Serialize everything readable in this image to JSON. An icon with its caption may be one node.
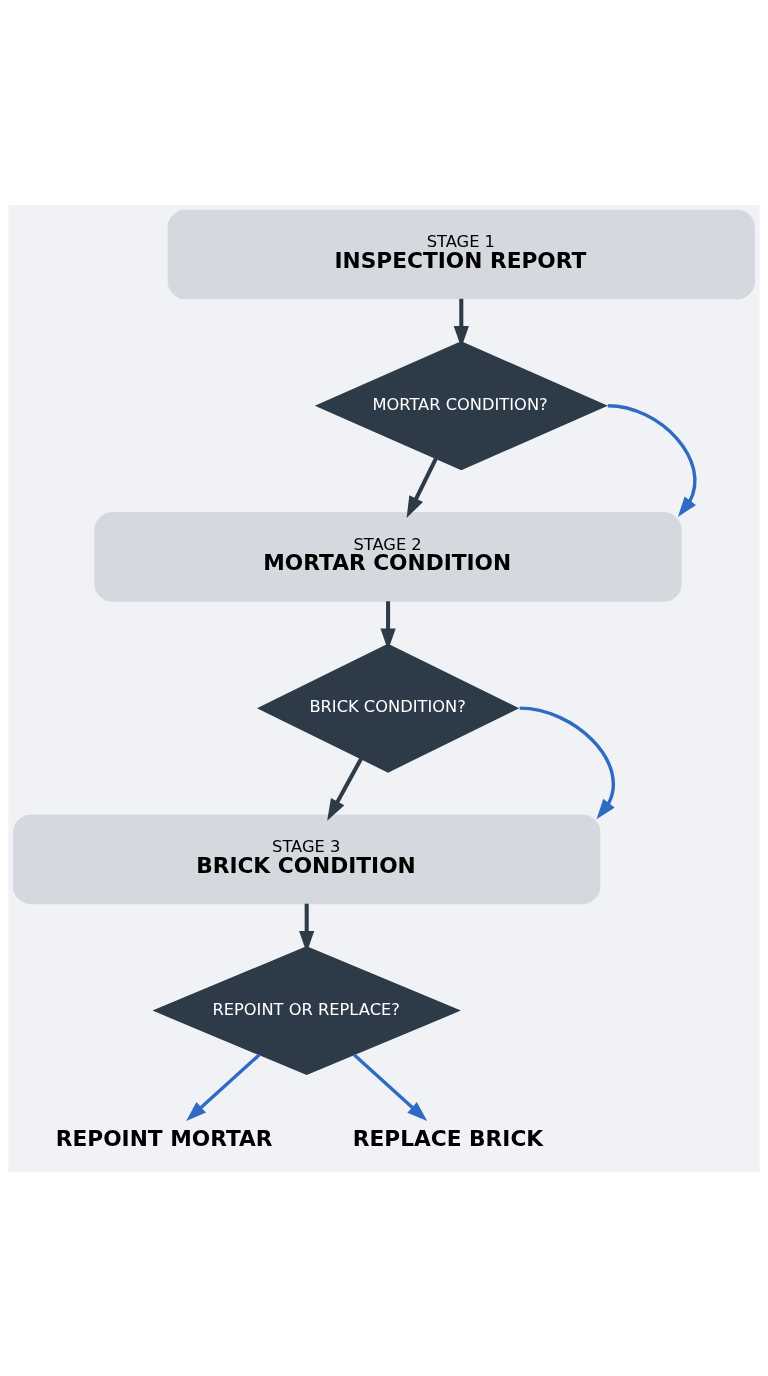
{
  "diagram": {
    "nodes": [
      {
        "text": [
          "STAGE 1",
          "INSPECTION REPORT"
        ]
      },
      {
        "text": [
          "MORTAR CONDITION?"
        ]
      },
      {
        "text": [
          "STAGE 2",
          "MORTAR CONDITION"
        ]
      },
      {
        "text": [
          "BRICK CONDITION?"
        ]
      },
      {
        "text": [
          "STAGE 3",
          "BRICK CONDITION"
        ]
      },
      {
        "text": [
          "REPOINT OR REPLACE?"
        ]
      },
      {
        "text": [
          "REPOINT MORTAR"
        ]
      },
      {
        "text": [
          "REPLACE BRICK"
        ]
      }
    ],
    "edges": [
      {
        "from": 0,
        "to": 1,
        "arrow": "to"
      },
      {
        "from": 1,
        "to": 2,
        "arrow": "to"
      },
      {
        "from": 1,
        "to": 2,
        "arrow": "to",
        "color": "#2f6bc4"
      },
      {
        "from": 2,
        "to": 3,
        "arrow": "to"
      },
      {
        "from": 3,
        "to": 4,
        "arrow": "to"
      },
      {
        "from": 3,
        "to": 4,
        "arrow": "to",
        "color": "#2f6bc4"
      },
      {
        "from": 4,
        "to": 5,
        "arrow": "to"
      },
      {
        "from": 5,
        "to": 6,
        "arrow": "to",
        "color": "#2f6bc4"
      },
      {
        "from": 5,
        "to": 7,
        "arrow": "to",
        "color": "#2f6bc4"
      }
    ]
  }
}
